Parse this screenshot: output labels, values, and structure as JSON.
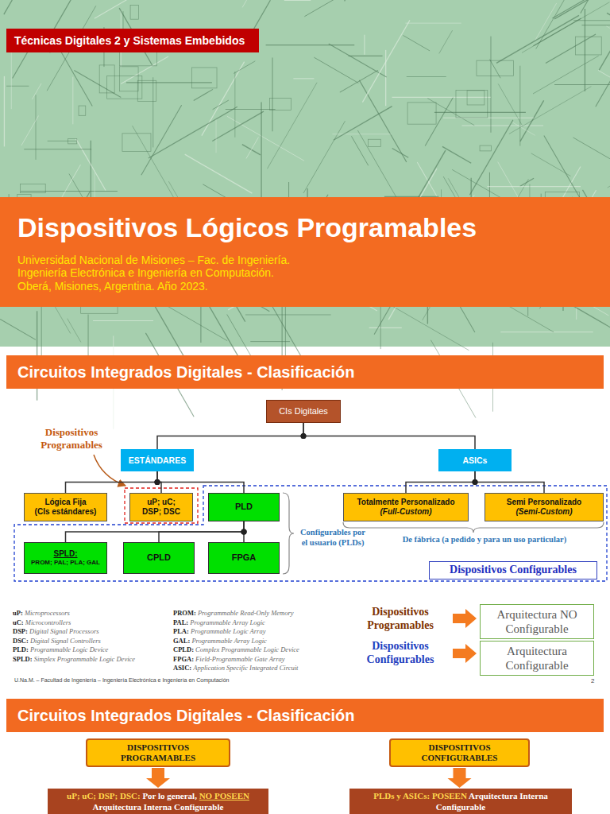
{
  "diagram": {
    "title": "Dispositivos Lógicos Programables",
    "nodes": [
      {
        "text": [
          "Técnicas Digitales 2 y Sistemas Embebidos"
        ]
      },
      {
        "text": [
          "Circuitos Integrados Digitales - Clasificación"
        ]
      },
      {
        "text": [
          "CIs Digitales"
        ]
      },
      {
        "text": [
          "ESTÁNDARES"
        ]
      },
      {
        "text": [
          "ASICs"
        ]
      },
      {
        "text": [
          "Lógica Fija",
          "(CIs estándares)"
        ]
      },
      {
        "text": [
          "uP; uC; DSP; DSC"
        ]
      },
      {
        "text": [
          "PLD"
        ]
      },
      {
        "text": [
          "Totalmente Personalizado",
          "(Full-Custom)"
        ]
      },
      {
        "text": [
          "Semi Personalizado",
          "(Semi-Custom)"
        ]
      },
      {
        "text": [
          "SPLD:",
          "PROM; PAL; PLA; GAL"
        ]
      },
      {
        "text": [
          "CPLD"
        ]
      },
      {
        "text": [
          "FPGA"
        ]
      },
      {
        "text": [
          "Dispositivos Configurables"
        ]
      },
      {
        "text": [
          "Arquitectura NO Configurable"
        ]
      },
      {
        "text": [
          "Arquitectura Configurable"
        ]
      },
      {
        "text": [
          "Circuitos Integrados Digitales - Clasificación"
        ]
      },
      {
        "text": [
          "DISPOSITIVOS PROGRAMABLES"
        ]
      },
      {
        "text": [
          "DISPOSITIVOS CONFIGURABLES"
        ]
      },
      {
        "text": [
          "uP; uC; DSP; DSC:",
          "Por lo general,",
          "NO POSEEN",
          "Arquitectura Interna Configurable"
        ]
      },
      {
        "text": [
          "PLDs y ASICs:",
          "POSEEN",
          "Arquitectura Interna Configurable"
        ]
      }
    ],
    "edges": [
      {
        "from": 2,
        "to": 3,
        "arrow": "none"
      },
      {
        "from": 2,
        "to": 4,
        "arrow": "none"
      },
      {
        "from": 3,
        "to": 5,
        "arrow": "none"
      },
      {
        "from": 3,
        "to": 6,
        "arrow": "none"
      },
      {
        "from": 3,
        "to": 7,
        "arrow": "none"
      },
      {
        "from": 7,
        "to": 10,
        "arrow": "none"
      },
      {
        "from": 7,
        "to": 11,
        "arrow": "none"
      },
      {
        "from": 7,
        "to": 12,
        "arrow": "none"
      },
      {
        "from": 4,
        "to": 8,
        "arrow": "none"
      },
      {
        "from": 4,
        "to": 9,
        "arrow": "none"
      },
      {
        "from": 17,
        "to": 19,
        "arrow": "to"
      },
      {
        "from": 18,
        "to": 20,
        "arrow": "to"
      }
    ],
    "labels": [
      "Universidad Nacional de Misiones – Fac. de Ingeniería.",
      "Ingeniería Electrónica e Ingeniería en Computación.",
      "Oberá, Misiones, Argentina. Año 2023.",
      "Dispositivos Programables",
      "Configurables por el usuario (PLDs)",
      "De fábrica (a pedido y para un uso particular)",
      "uP:",
      "Microprocessors",
      "uC:",
      "Microcontrollers",
      "DSP:",
      "Digital Signal Processors",
      "DSC:",
      "Digital Signal Controllers",
      "PLD:",
      "Programmable Logic Device",
      "SPLD:",
      "Simplex Programmable Logic Device",
      "PROM:",
      "Programmable Read-Only Memory",
      "PAL:",
      "Programmable Array Logic",
      "PLA:",
      "Programmable Logic Array",
      "GAL:",
      "Programmable Array Logic",
      "CPLD:",
      "Complex Programmable Logic Device",
      "FPGA:",
      "Field-Programmable Gate Array",
      "ASIC:",
      "Application Specific Integrated Circuit",
      "Dispositivos Programables",
      "Dispositivos Configurables",
      "U.Na.M. – Facultad de Ingeniería – Ingeniería Electrónica e Ingeniería en Computación",
      "2"
    ]
  }
}
